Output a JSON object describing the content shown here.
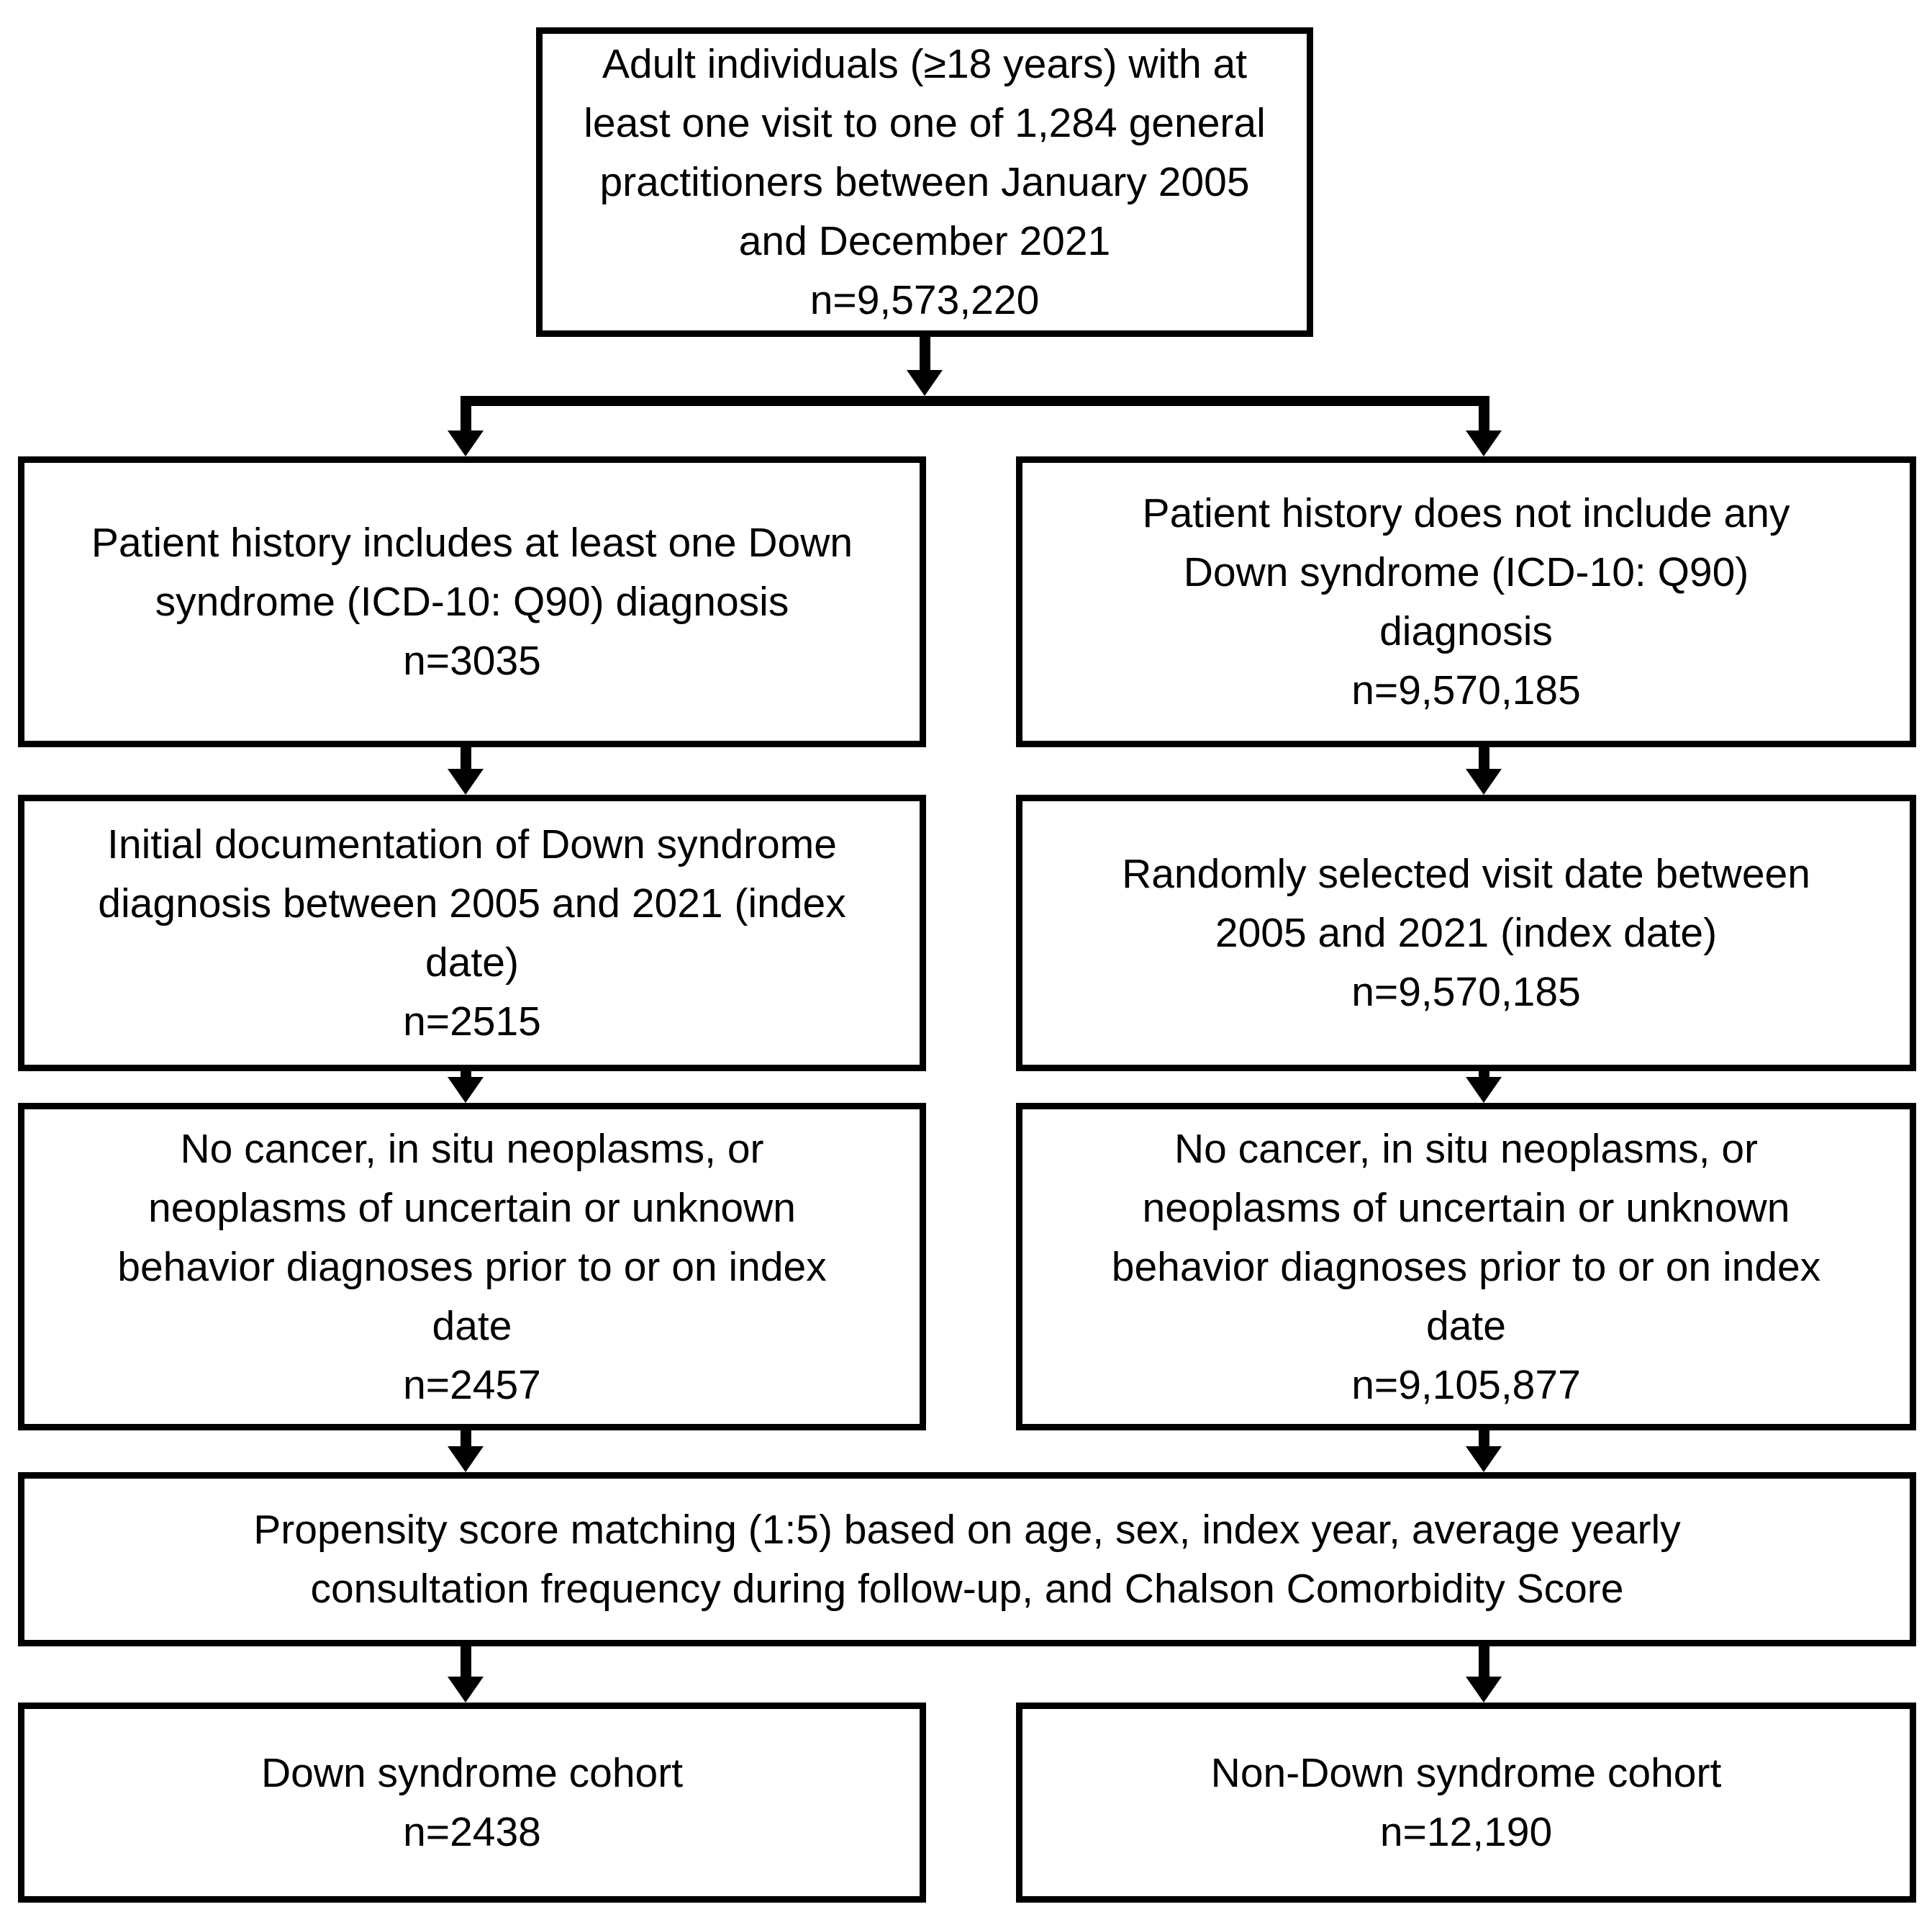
{
  "colors": {
    "ink": "#000000",
    "background": "#ffffff"
  },
  "flowchart": {
    "top_box": "Adult individuals (≥18 years) with at\nleast one visit to one of 1,284 general\npractitioners between January 2005\nand December 2021\nn=9,573,220",
    "left_column": {
      "ds_history_box": "Patient history includes at least one Down\nsyndrome (ICD-10: Q90) diagnosis\nn=3035",
      "index_date_box": "Initial documentation of Down syndrome\ndiagnosis between 2005 and 2021 (index\ndate)\nn=2515",
      "no_cancer_box": "No cancer, in situ neoplasms, or\nneoplasms of uncertain or unknown\nbehavior diagnoses prior to or on index\ndate\nn=2457",
      "cohort_box": "Down syndrome cohort\nn=2438"
    },
    "right_column": {
      "no_ds_history_box": "Patient history does not include any\nDown syndrome (ICD-10: Q90)\ndiagnosis\nn=9,570,185",
      "random_visit_box": "Randomly selected visit date between\n2005 and 2021 (index date)\nn=9,570,185",
      "no_cancer_box": "No cancer, in situ neoplasms, or\nneoplasms of uncertain or unknown\nbehavior diagnoses prior to or on index\ndate\nn=9,105,877",
      "cohort_box": "Non-Down syndrome cohort\nn=12,190"
    },
    "matching_box": "Propensity score matching (1:5) based on age, sex, index year, average yearly\nconsultation frequency during follow-up, and Chalson Comorbidity Score"
  }
}
